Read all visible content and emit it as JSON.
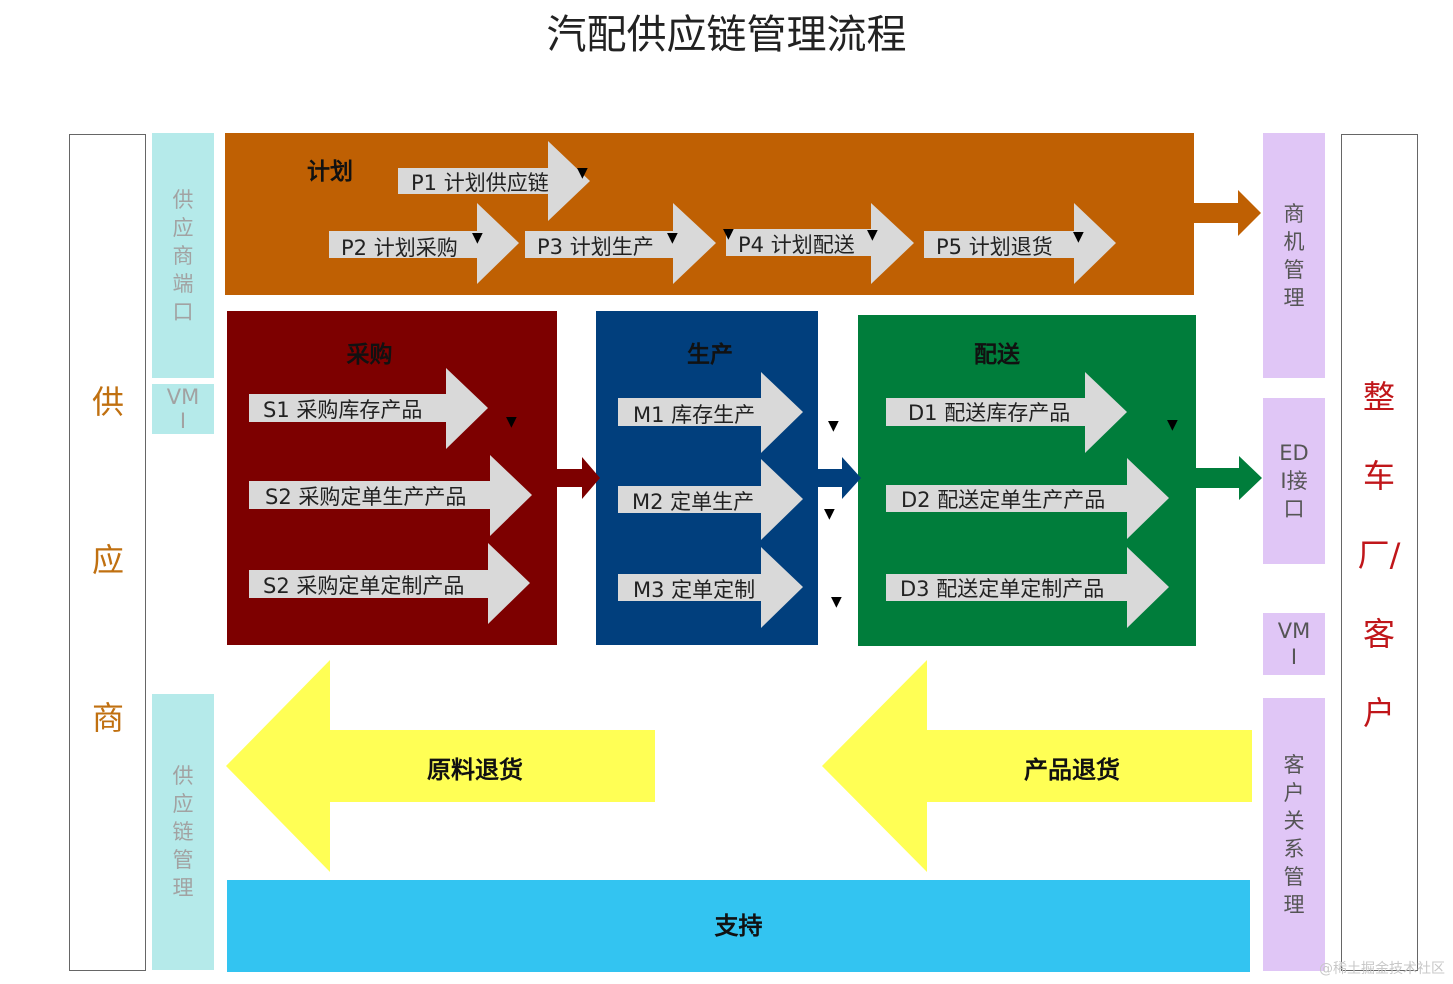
{
  "title": "汽配供应链管理流程",
  "supplier": {
    "label": "供应商"
  },
  "customer": {
    "label": "整车厂/客户"
  },
  "left_column": {
    "supplier_portal": "供应商端口",
    "vmi": "VMI",
    "scm": "供应链管理"
  },
  "right_column": {
    "opportunity": "商机管理",
    "edi": "EDI接口",
    "vmi": "VMI",
    "crm": "客户关系管理"
  },
  "plan": {
    "title": "计划",
    "steps": [
      "P1 计划供应链",
      "P2 计划采购",
      "P3 计划生产",
      "P4 计划配送",
      "P5 计划退货"
    ]
  },
  "procurement": {
    "title": "采购",
    "steps": [
      "S1 采购库存产品",
      "S2 采购定单生产产品",
      "S2 采购定单定制产品"
    ]
  },
  "production": {
    "title": "生产",
    "steps": [
      "M1 库存生产",
      "M2 定单生产",
      "M3 定单定制"
    ]
  },
  "delivery": {
    "title": "配送",
    "steps": [
      "D1 配送库存产品",
      "D2 配送定单生产产品",
      "D3 配送定单定制产品"
    ]
  },
  "returns": {
    "raw": "原料退货",
    "product": "产品退货"
  },
  "support": "支持",
  "watermark": "@稀土掘金技术社区",
  "colors": {
    "plan": "#bf6003",
    "procurement": "#7d0000",
    "production": "#013f7d",
    "delivery": "#007d3b",
    "support": "#33c4f1",
    "returns": "#ffff55",
    "step_arrow": "#d9d9d9",
    "left_column": "#b5eaea",
    "right_column": "#e0c6f6"
  }
}
